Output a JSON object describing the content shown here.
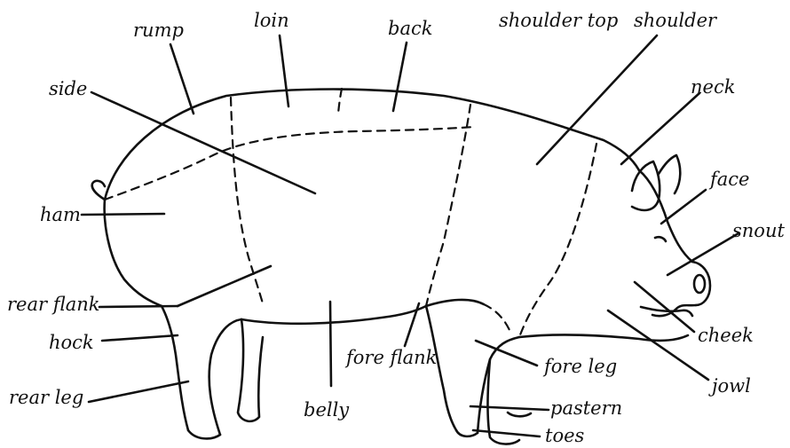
{
  "diagram": {
    "subject": "pig",
    "labels": {
      "rump": "rump",
      "loin": "loin",
      "back": "back",
      "shoulder_top": "shoulder top",
      "shoulder": "shoulder",
      "side": "side",
      "neck": "neck",
      "face": "face",
      "ham": "ham",
      "snout": "snout",
      "rear_flank": "rear flank",
      "cheek": "cheek",
      "hock": "hock",
      "fore_flank": "fore flank",
      "fore_leg": "fore leg",
      "jowl": "jowl",
      "rear_leg": "rear leg",
      "belly": "belly",
      "pastern": "pastern",
      "toes": "toes"
    },
    "line_color": "#111111",
    "background": "#ffffff"
  }
}
